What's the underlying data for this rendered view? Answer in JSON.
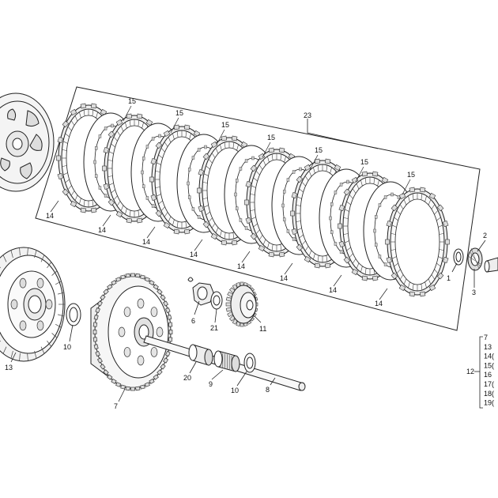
{
  "callouts": {
    "c1": "1",
    "c2": "2",
    "c3": "3",
    "c6": "6",
    "c7": "7",
    "c8": "8",
    "c9": "9",
    "c10a": "10",
    "c10b": "10",
    "c11": "11",
    "c12": "12",
    "c13": "13",
    "c20": "20",
    "c21": "21",
    "c23": "23"
  },
  "disc_labels": {
    "friction": [
      "15",
      "15",
      "15",
      "15",
      "15",
      "15",
      "15"
    ],
    "steel": [
      "14",
      "14",
      "14",
      "14",
      "14",
      "14",
      "14",
      "14"
    ]
  },
  "legend": {
    "items": [
      "7",
      "13",
      "14(",
      "15(",
      "16",
      "17(",
      "18(",
      "19("
    ]
  }
}
